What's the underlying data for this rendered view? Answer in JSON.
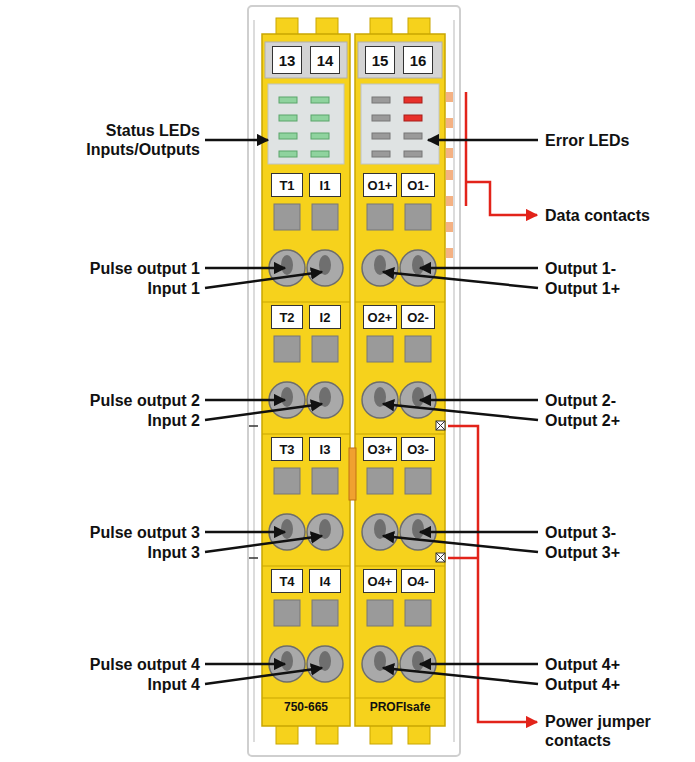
{
  "diagram": {
    "labels": [
      "13",
      "14",
      "15",
      "16",
      "Status LEDs Inputs/Outputs",
      "Error LEDs",
      "T1",
      "I1",
      "O1+",
      "O1-",
      "Data contacts",
      "Pulse output 1",
      "Input 1",
      "Output 1-",
      "Output 1+",
      "T2",
      "I2",
      "O2+",
      "O2-",
      "Pulse output 2",
      "Input 2",
      "Output 2-",
      "Output 2+",
      "T3",
      "I3",
      "O3+",
      "O3-",
      "Pulse output 3",
      "Input 3",
      "Output 3-",
      "Output 3+",
      "T4",
      "I4",
      "O4+",
      "O4-",
      "Pulse output 4",
      "Input 4",
      "Output 4+",
      "Output 4+",
      "750-665",
      "PROFIsafe",
      "Power jumper contacts"
    ]
  }
}
